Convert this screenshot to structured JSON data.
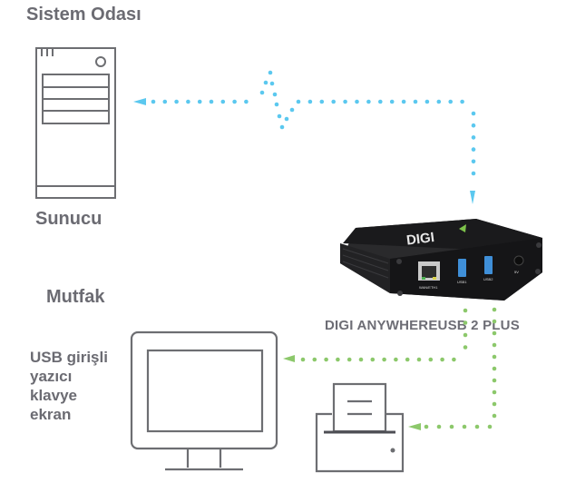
{
  "locations": {
    "server_room": {
      "title": "Sistem Odası",
      "server_label": "Sunucu"
    },
    "kitchen": {
      "title": "Mutfak",
      "devices": [
        "USB girişli",
        "yazıcı",
        "klavye",
        "ekran"
      ]
    }
  },
  "hub": {
    "label": "DIGI ANYWHEREUSB 2 PLUS",
    "brand": "DIGI",
    "ports": {
      "ethernet": "WAN/ETH1",
      "usb1": "USB1",
      "usb2": "USB2",
      "power": "5V"
    }
  },
  "connections": {
    "network_color": "#5bc8ef",
    "usb_color": "#8cc86b",
    "network": "Sunucu ↔ DIGI ANYWHEREUSB 2 PLUS (network)",
    "usb_links": [
      "USB1 → ekran",
      "USB2 → yazıcı"
    ]
  },
  "colors": {
    "icon_stroke": "#6d6e72",
    "text": "#6b6b72",
    "device_body": "#1c1c1e"
  }
}
